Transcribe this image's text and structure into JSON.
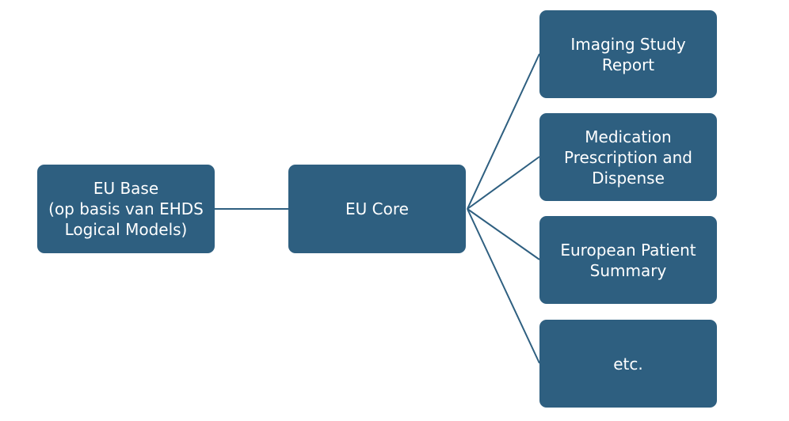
{
  "nodes": {
    "base": "EU Base\n(op basis van EHDS\nLogical Models)",
    "core": "EU Core",
    "children": [
      "Imaging Study\nReport",
      "Medication\nPrescription and\nDispense",
      "European Patient\nSummary",
      "etc."
    ]
  },
  "colors": {
    "node_fill": "#2e5f80",
    "connector": "#2e5f80",
    "text": "#ffffff"
  }
}
